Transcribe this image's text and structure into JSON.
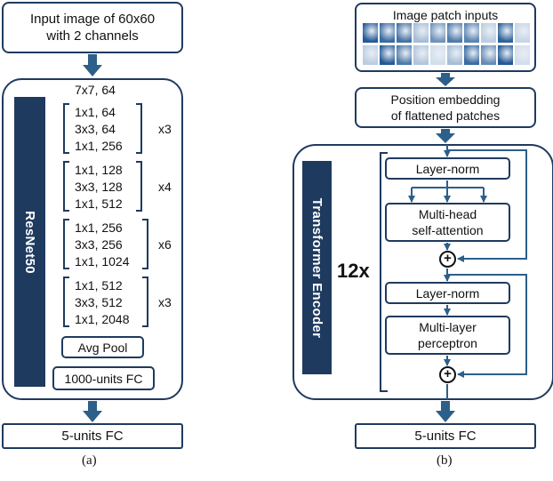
{
  "colors": {
    "navy": "#1f3a5f",
    "arrow": "#2c5f8a",
    "patch_dark": "#0e4a8a",
    "patch_light": "#e8eef6"
  },
  "panel_a": {
    "input_box": [
      "Input image of 60x60",
      "with 2 channels"
    ],
    "conv1": "7x7, 64",
    "backbone_label": "ResNet50",
    "blocks": [
      {
        "rows": [
          "1x1, 64",
          "3x3, 64",
          "1x1, 256"
        ],
        "repeat": "x3"
      },
      {
        "rows": [
          "1x1, 128",
          "3x3, 128",
          "1x1, 512"
        ],
        "repeat": "x4"
      },
      {
        "rows": [
          "1x1, 256",
          "3x3, 256",
          "1x1, 1024"
        ],
        "repeat": "x6"
      },
      {
        "rows": [
          "1x1, 512",
          "3x3, 512",
          "1x1, 2048"
        ],
        "repeat": "x3"
      }
    ],
    "avg_pool": "Avg Pool",
    "fc1000": "1000-units FC",
    "output_box": "5-units FC",
    "caption": "(a)"
  },
  "panel_b": {
    "patches_title": "Image patch inputs",
    "patch_levels": [
      0.9,
      0.8,
      0.75,
      0.3,
      0.55,
      0.7,
      0.65,
      0.2,
      0.85,
      0.15,
      0.2,
      0.9,
      0.7,
      0.25,
      0.1,
      0.3,
      0.8,
      0.6,
      0.9,
      0.1
    ],
    "position_embedding": [
      "Position embedding",
      "of flattened patches"
    ],
    "encoder_label": "Transformer Encoder",
    "repeat": "12x",
    "layer_norm_1": "Layer-norm",
    "attention": [
      "Multi-head",
      "self-attention"
    ],
    "layer_norm_2": "Layer-norm",
    "mlp": [
      "Multi-layer",
      "perceptron"
    ],
    "plus": "+",
    "output_box": "5-units FC",
    "caption": "(b)"
  }
}
